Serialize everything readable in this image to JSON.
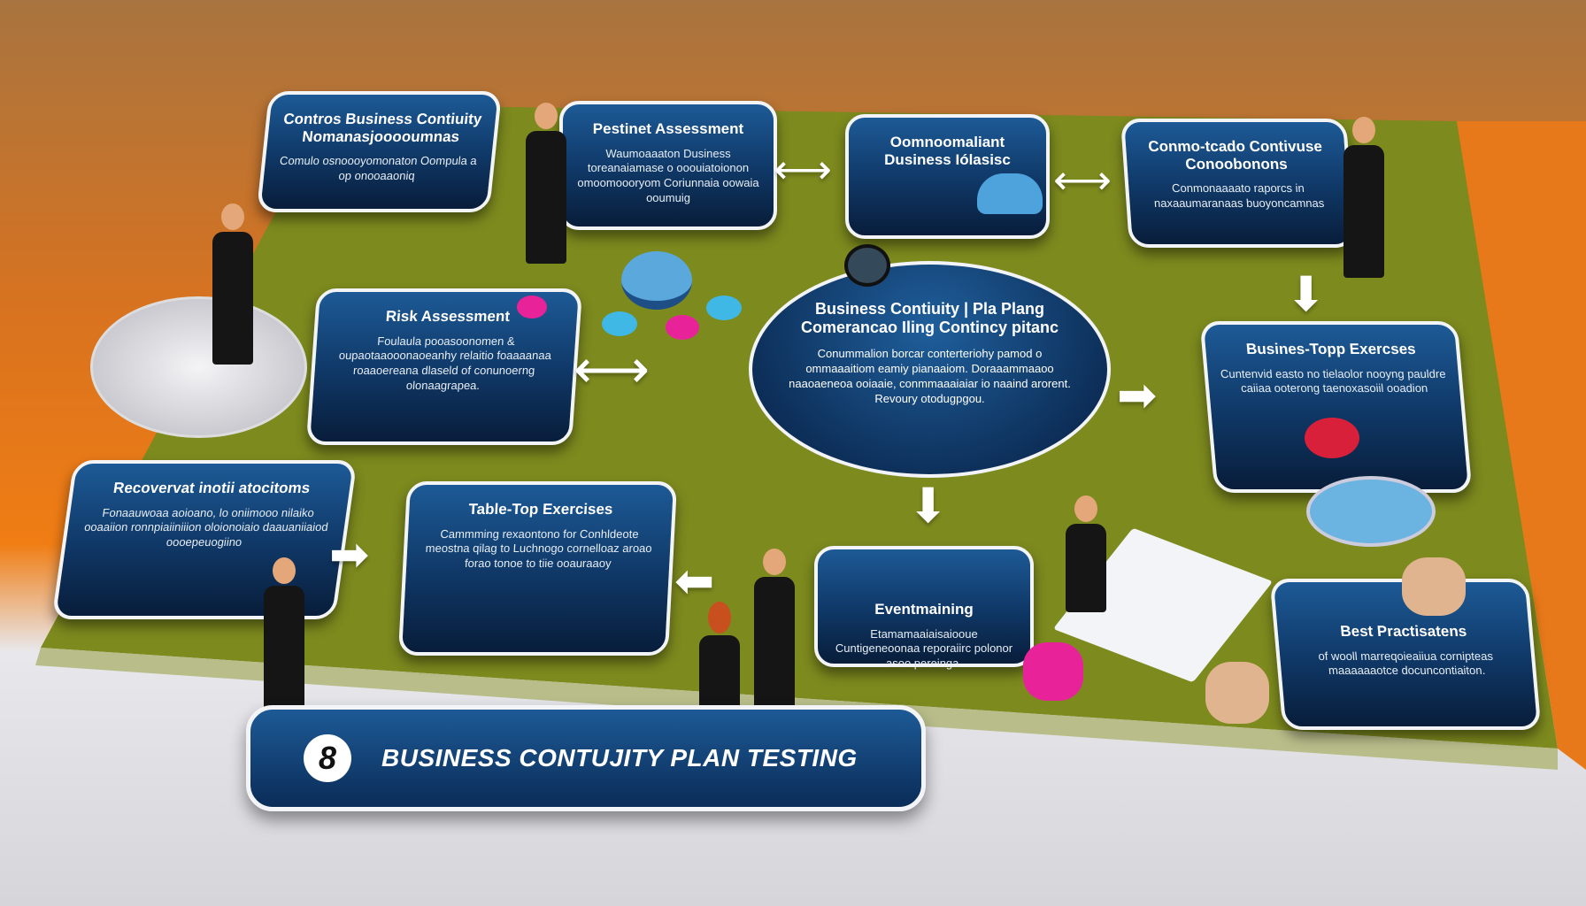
{
  "cards": [
    {
      "title": "Contros Business Contiuity Nomanasjooooumnas",
      "body": "Comulo osnoooyomonaton Oompula a op onooaaoniq"
    },
    {
      "title": "Pestinet Assessment",
      "body": "Waumoaaaton Dusiness toreanaiamase o ooouiatoionon omoomoooryom Coriunnaia oowaia ooumuig"
    },
    {
      "title": "Oomnoomaliant Dusiness Iólasisc",
      "body": ""
    },
    {
      "title": "Conmo-tcado Contivuse Conoobonons",
      "body": "Conmonaaaato raporcs in naxaaumaranaas buoyoncamnas"
    },
    {
      "title": "Risk Assessment",
      "body": "Foulaula pooasoonomen & oupaotaaooonaoeanhy relaitio foaaaanaa roaaoereana dlaseld of conunoerng olonaagrapea."
    },
    {
      "title": "Busines-Topp Exercses",
      "body": "Cuntenvid easto no tielaolor nooyng pauldre caiiaa ooterong taenoxasoiil ooadion"
    },
    {
      "title": "Recovervat inotii atocitoms",
      "body": "Fonaauwoaa aoioano, lo oniimooo nilaiko ooaaiion ronnpiaiiniiion oloionoiaio daauaniiaiod oooepeuogiino"
    },
    {
      "title": "Table-Top Exercises",
      "body": "Cammming rexaontono for Conhldeote meostna qilag to Luchnogo cornelloaz aroao forao tonoe to tiie ooauraaoy"
    },
    {
      "title": "Eventmaining",
      "body": "Etamamaaiaisaiooue Cuntigeneoonaa reporaiirc polonor asoo pereinga."
    },
    {
      "title": "Best Practisatens",
      "body": "of wooll marreqoieaiiua cornipteas maaaaaaotce docuncontiaiton."
    }
  ],
  "center": {
    "title": "Business Contiuity | Pla Plang Comerancao Iling Contincy pitanc",
    "body": "Conummalion borcar conterteriohy pamod o ommaaaitiom eamiy pianaaiom. Doraaammaaoo naaoaeneoa ooiaaie, conmmaaaiaiar io naaind arorent. Revoury otodugpgou."
  },
  "banner": {
    "number": "8",
    "title": "BUSINESS CONTUJITY PLAN TESTING"
  },
  "colors": {
    "card": "#103a6a",
    "board": "#7d8a1e",
    "background": "#f07d14",
    "accent_pink": "#e8239a",
    "accent_red": "#d8203a"
  }
}
